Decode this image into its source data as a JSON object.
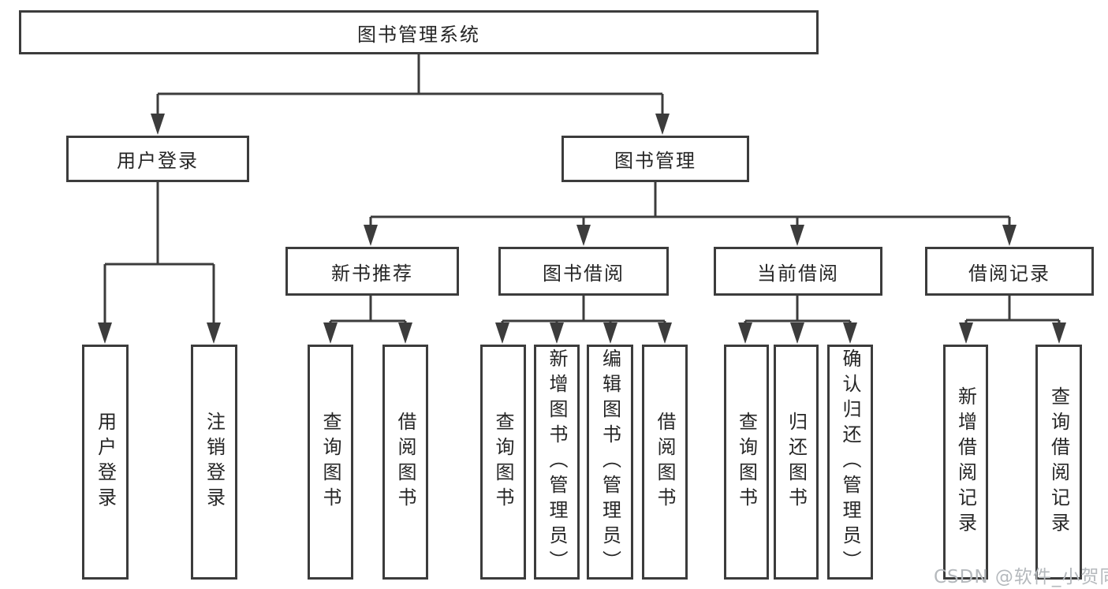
{
  "diagram_type": "hierarchy-tree",
  "watermark": "CSDN @软件_小贺同学",
  "colors": {
    "line": "#3c3c3c",
    "box_border": "#3c3c3c",
    "text": "#262626",
    "watermark": "#b5b9bd",
    "background": "#ffffff"
  },
  "tree": {
    "label": "图书管理系统",
    "children": [
      {
        "label": "用户登录",
        "children": [
          {
            "label": "用户登录"
          },
          {
            "label": "注销登录"
          }
        ]
      },
      {
        "label": "图书管理",
        "children": [
          {
            "label": "新书推荐",
            "children": [
              {
                "label": "查询图书"
              },
              {
                "label": "借阅图书"
              }
            ]
          },
          {
            "label": "图书借阅",
            "children": [
              {
                "label": "查询图书"
              },
              {
                "label": "新增图书（管理员）"
              },
              {
                "label": "编辑图书（管理员）"
              },
              {
                "label": "借阅图书"
              }
            ]
          },
          {
            "label": "当前借阅",
            "children": [
              {
                "label": "查询图书"
              },
              {
                "label": "归还图书"
              },
              {
                "label": "确认归还（管理员）"
              }
            ]
          },
          {
            "label": "借阅记录",
            "children": [
              {
                "label": "新增借阅记录"
              },
              {
                "label": "查询借阅记录"
              }
            ]
          }
        ]
      }
    ]
  }
}
